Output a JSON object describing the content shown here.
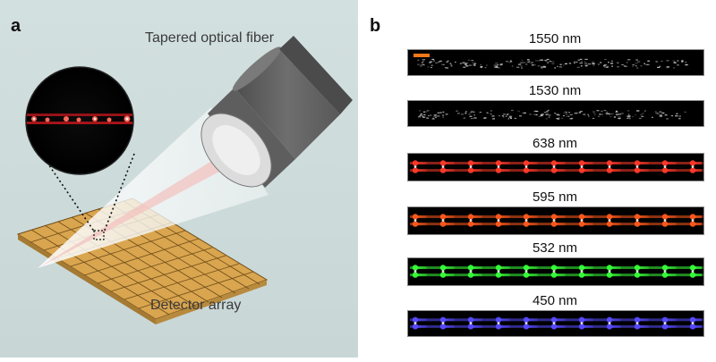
{
  "panel_a": {
    "letter": "a",
    "fiber_label": "Tapered optical fiber",
    "detector_label": "Detector array"
  },
  "panel_b": {
    "letter": "b",
    "strips": [
      {
        "wavelength": "1550 nm",
        "color": "#d6d6d6",
        "pattern": "sparse-grey",
        "scale_bar": true,
        "scale_bar_color": "#f07818"
      },
      {
        "wavelength": "1530 nm",
        "color": "#cfcfcf",
        "pattern": "sparse-grey",
        "scale_bar": false
      },
      {
        "wavelength": "638 nm",
        "color": "#ff3a2a",
        "pattern": "periodic"
      },
      {
        "wavelength": "595 nm",
        "color": "#ff5a1e",
        "pattern": "periodic"
      },
      {
        "wavelength": "532 nm",
        "color": "#38ff3a",
        "pattern": "periodic"
      },
      {
        "wavelength": "450 nm",
        "color": "#5a4cff",
        "pattern": "periodic"
      }
    ]
  },
  "colors": {
    "background_a": "#d7e3e3",
    "detector": "#d6a24f",
    "fiber": "#6f6f6f"
  }
}
